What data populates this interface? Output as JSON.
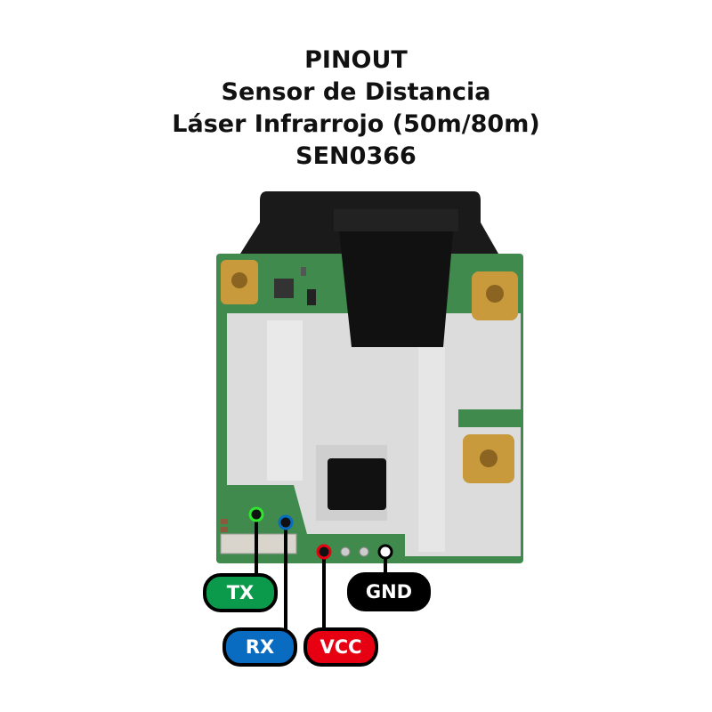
{
  "title": {
    "line1": "PINOUT",
    "line2": "Sensor de Distancia",
    "line3": "Láser Infrarrojo (50m/80m)",
    "line4": "SEN0366"
  },
  "pins": [
    {
      "label": "TX",
      "color": "#0b9a4c",
      "ring": "#2ee62e"
    },
    {
      "label": "RX",
      "color": "#0a6cc0",
      "ring": "#0a6cc0"
    },
    {
      "label": "VCC",
      "color": "#e60012",
      "ring": "#e60012"
    },
    {
      "label": "GND",
      "color": "#000000",
      "ring": "#ffffff"
    }
  ]
}
